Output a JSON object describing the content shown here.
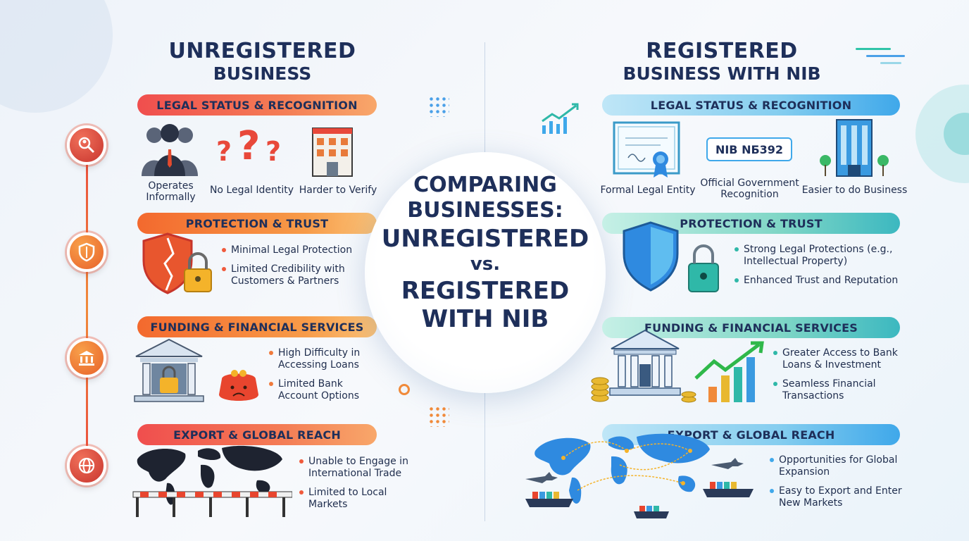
{
  "left": {
    "title_line1": "UNREGISTERED",
    "title_line2": "BUSINESS",
    "sections": [
      {
        "banner": "LEGAL STATUS & RECOGNITION",
        "items": [
          "Operates Informally",
          "No Legal Identity",
          "Harder to Verify"
        ]
      },
      {
        "banner": "PROTECTION & TRUST",
        "bullets": [
          "Minimal Legal Protection",
          "Limited Credibility with Customers & Partners"
        ]
      },
      {
        "banner": "FUNDING & FINANCIAL SERVICES",
        "bullets": [
          "High Difficulty in Accessing Loans",
          "Limited Bank Account Options"
        ]
      },
      {
        "banner": "EXPORT & GLOBAL REACH",
        "bullets": [
          "Unable to Engage in International Trade",
          "Limited to Local Markets"
        ]
      }
    ]
  },
  "right": {
    "title_line1": "REGISTERED",
    "title_line2": "BUSINESS WITH NIB",
    "nib_badge": "NIB NБ392",
    "sections": [
      {
        "banner": "LEGAL STATUS & RECOGNITION",
        "items": [
          "Formal Legal Entity",
          "Official Government Recognition",
          "Easier to do Business"
        ]
      },
      {
        "banner": "PROTECTION & TRUST",
        "bullets": [
          "Strong Legal Protections (e.g., Intellectual Property)",
          "Enhanced Trust and Reputation"
        ]
      },
      {
        "banner": "FUNDING & FINANCIAL SERVICES",
        "bullets": [
          "Greater Access to Bank Loans & Investment",
          "Seamless Financial Transactions"
        ]
      },
      {
        "banner": "EXPORT & GLOBAL REACH",
        "bullets": [
          "Opportunities for Global Expansion",
          "Easy to Export and Enter New Markets"
        ]
      }
    ]
  },
  "center": {
    "line1": "COMPARING",
    "line2": "BUSINESSES:",
    "line3": "UNREGISTERED",
    "line4": "vs.",
    "line5": "REGISTERED",
    "line6": "WITH NIB"
  },
  "colors": {
    "left_accent": "#f05a3c",
    "right_accent": "#3fa8ea",
    "title": "#1e2f5a"
  },
  "icons": [
    "magnifier-person-icon",
    "shield-icon",
    "bank-icon",
    "globe-icon"
  ]
}
